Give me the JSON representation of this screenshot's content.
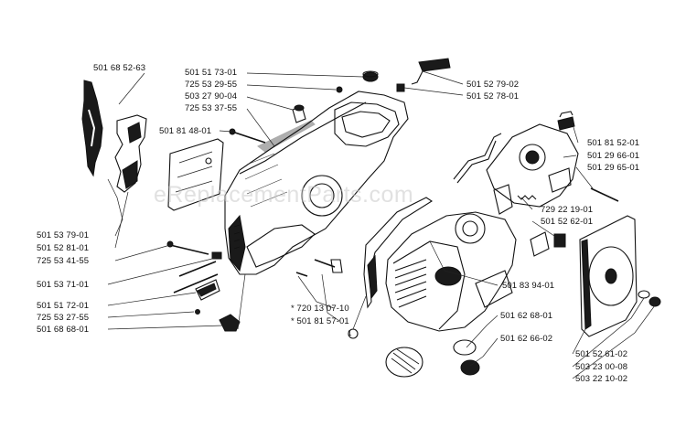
{
  "watermark": "eReplacementParts.com",
  "callout_marker": "1",
  "labels": {
    "l_50168_52_63": "501 68 52-63",
    "l_50151_73_01": "501 51 73-01",
    "l_72553_29_55": "725 53 29-55",
    "l_50327_90_04": "503 27 90-04",
    "l_72553_37_55": "725 53 37-55",
    "l_50181_48_01": "501 81 48-01",
    "l_50153_79_01": "501 53 79-01",
    "l_50152_81_01": "501 52 81-01",
    "l_72553_41_55": "725 53 41-55",
    "l_50153_71_01": "501 53 71-01",
    "l_50151_72_01": "501 51 72-01",
    "l_72553_27_55": "725 53 27-55",
    "l_50168_68_01": "501 68 68-01",
    "l_72013_07_10": "* 720 13 07-10",
    "l_50181_57_01": "* 501 81 57-01",
    "l_50152_79_02": "501 52 79-02",
    "l_50152_78_01": "501 52 78-01",
    "l_50181_52_01": "501 81 52-01",
    "l_50129_66_01": "501 29 66-01",
    "l_50129_65_01": "501 29 65-01",
    "l_72922_19_01": "729 22 19-01",
    "l_50152_62_01": "501 52 62-01",
    "l_50183_94_01": "501 83 94-01",
    "l_50162_68_01": "501 62 68-01",
    "l_50162_66_02": "501 62 66-02",
    "l_50152_61_02": "501 52 61-02",
    "l_50323_00_08": "503 23 00-08",
    "l_50322_10_02": "503 22 10-02"
  }
}
